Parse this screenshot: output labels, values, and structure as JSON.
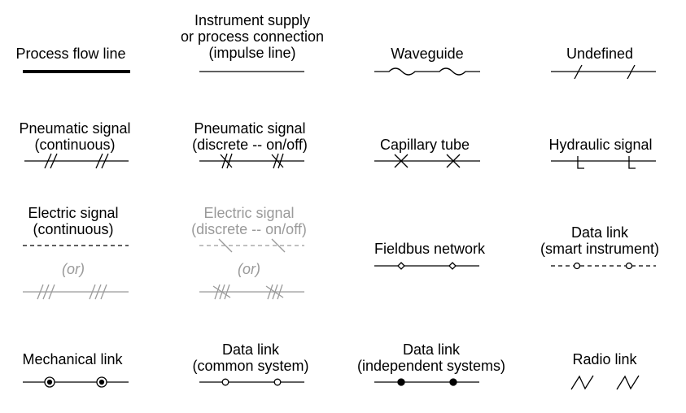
{
  "labels": {
    "process_flow": "Process flow line",
    "instrument_supply": "Instrument supply\nor process connection\n(impulse line)",
    "waveguide": "Waveguide",
    "undefined": "Undefined",
    "pneumatic_continuous": "Pneumatic signal\n(continuous)",
    "pneumatic_discrete": "Pneumatic signal\n(discrete -- on/off)",
    "capillary": "Capillary tube",
    "hydraulic": "Hydraulic signal",
    "electric_continuous": "Electric signal\n(continuous)",
    "electric_discrete": "Electric signal\n(discrete -- on/off)",
    "fieldbus": "Fieldbus network",
    "data_link_smart": "Data link\n(smart instrument)",
    "or_1": "(or)",
    "or_2": "(or)",
    "mechanical": "Mechanical link",
    "data_link_common": "Data link\n(common system)",
    "data_link_independent": "Data link\n(independent systems)",
    "radio": "Radio link"
  },
  "colors": {
    "ink": "#000000",
    "muted": "#9a9a9a"
  }
}
